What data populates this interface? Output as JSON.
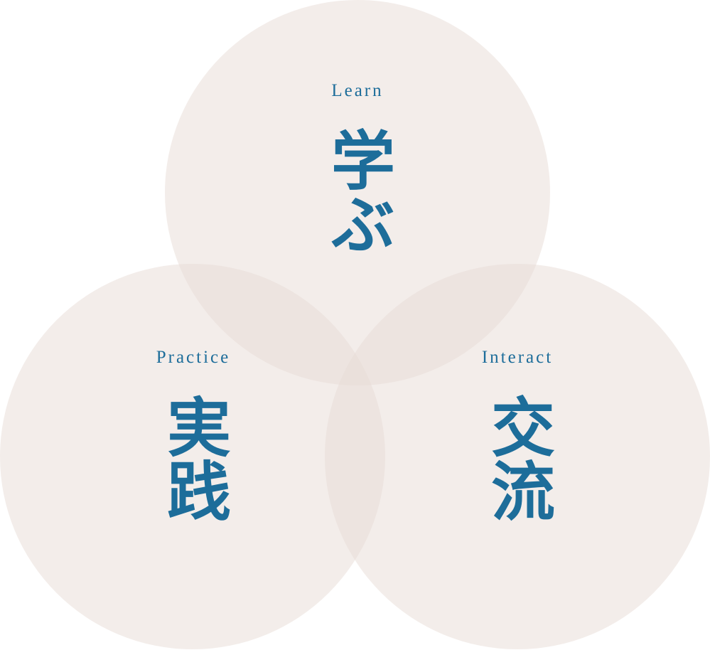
{
  "diagram": {
    "colors": {
      "circle_fill": "#e8dbd5",
      "text": "#1d6d9a",
      "background": "#ffffff"
    },
    "nodes": [
      {
        "id": "learn",
        "en": "Learn",
        "jp": "学ぶ"
      },
      {
        "id": "practice",
        "en": "Practice",
        "jp": "実践"
      },
      {
        "id": "interact",
        "en": "Interact",
        "jp": "交流"
      }
    ]
  }
}
